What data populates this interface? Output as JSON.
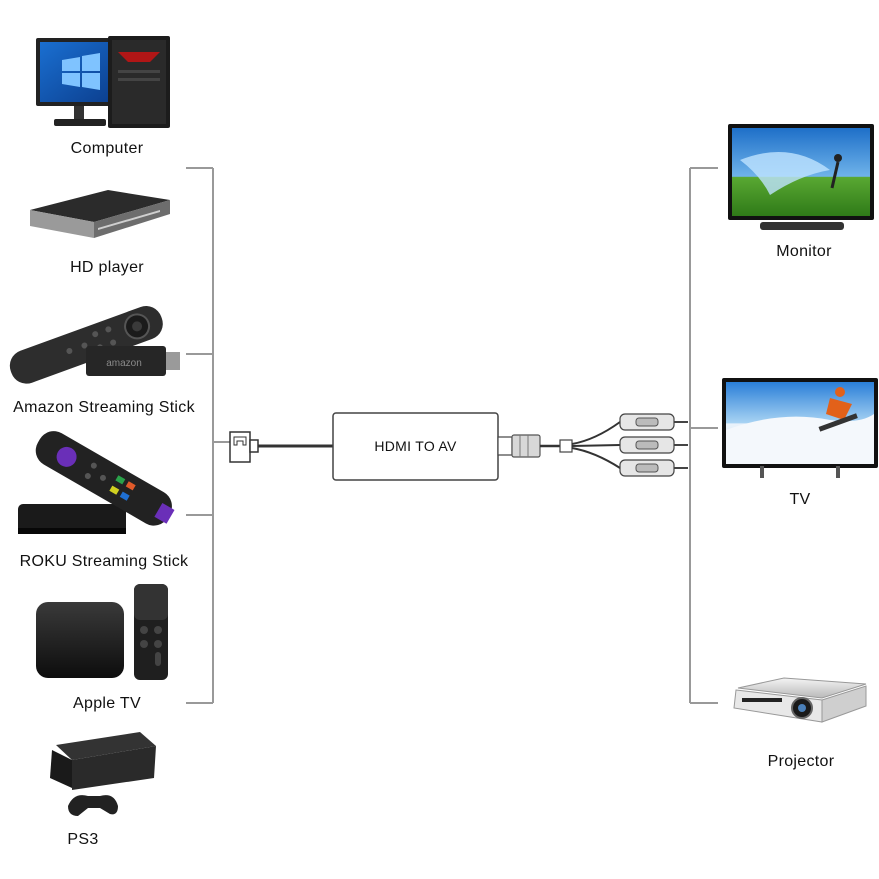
{
  "sources": [
    {
      "label": "Computer",
      "icon": "desktop-computer-icon"
    },
    {
      "label": "HD player",
      "icon": "hd-player-icon"
    },
    {
      "label": "Amazon Streaming Stick",
      "icon": "amazon-fire-stick-icon"
    },
    {
      "label": "ROKU Streaming Stick",
      "icon": "roku-stick-icon"
    },
    {
      "label": "Apple TV",
      "icon": "apple-tv-icon"
    },
    {
      "label": "PS3",
      "icon": "ps3-console-icon"
    }
  ],
  "converter": {
    "label": "HDMI TO AV"
  },
  "outputs": [
    {
      "label": "Monitor",
      "icon": "monitor-icon"
    },
    {
      "label": "TV",
      "icon": "tv-icon"
    },
    {
      "label": "Projector",
      "icon": "projector-icon"
    }
  ],
  "colors": {
    "bracket": "#999999",
    "cable": "#333333",
    "rca": "#c8c8c8"
  }
}
